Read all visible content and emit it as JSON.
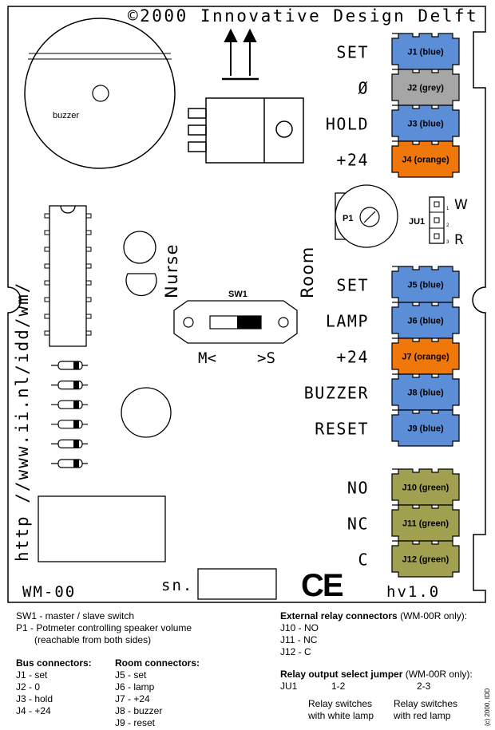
{
  "board": {
    "copyright": "©2000 Innovative Design Delft",
    "url": "http //www.ii.nl/idd/wm/",
    "model": "WM-00",
    "serial_label": "sn.",
    "version": "hv1.0",
    "buzzer_label": "buzzer",
    "nurse_label": "Nurse",
    "room_label": "Room",
    "switch_label": "SW1",
    "switch_left": "M<",
    "switch_right": ">S",
    "pot_label": "P1",
    "jumper_label": "JU1",
    "jumper_w": "W",
    "jumper_r": "R",
    "jumper_pins": [
      "1",
      "2",
      "3"
    ],
    "ce_mark": "CE"
  },
  "colors": {
    "blue": "#5b8ed6",
    "grey": "#a6a6a6",
    "orange": "#f0780a",
    "green": "#a0a050"
  },
  "connectors": {
    "bus": [
      {
        "signal": "SET",
        "label": "J1 (blue)",
        "color": "blue"
      },
      {
        "signal": "Ø",
        "label": "J2 (grey)",
        "color": "grey"
      },
      {
        "signal": "HOLD",
        "label": "J3 (blue)",
        "color": "blue"
      },
      {
        "signal": "+24",
        "label": "J4 (orange)",
        "color": "orange"
      }
    ],
    "room": [
      {
        "signal": "SET",
        "label": "J5 (blue)",
        "color": "blue"
      },
      {
        "signal": "LAMP",
        "label": "J6 (blue)",
        "color": "blue"
      },
      {
        "signal": "+24",
        "label": "J7 (orange)",
        "color": "orange"
      },
      {
        "signal": "BUZZER",
        "label": "J8 (blue)",
        "color": "blue"
      },
      {
        "signal": "RESET",
        "label": "J9 (blue)",
        "color": "blue"
      }
    ],
    "relay": [
      {
        "signal": "NO",
        "label": "J10 (green)",
        "color": "green"
      },
      {
        "signal": "NC",
        "label": "J11 (green)",
        "color": "green"
      },
      {
        "signal": "C",
        "label": "J12 (green)",
        "color": "green"
      }
    ]
  },
  "legend": {
    "sw1": "SW1 - master / slave switch",
    "p1_line1": "P1 - Potmeter controlling speaker volume",
    "p1_line2": "(reachable from both sides)",
    "bus_title": "Bus connectors:",
    "bus_items": [
      "J1 - set",
      "J2 - 0",
      "J3 - hold",
      "J4 - +24"
    ],
    "room_title": "Room connectors:",
    "room_items": [
      "J5 - set",
      "J6 - lamp",
      "J7 - +24",
      "J8 - buzzer",
      "J9 - reset"
    ],
    "relay_title": "External relay connectors",
    "relay_note": " (WM-00R only):",
    "relay_items": [
      "J10 - NO",
      "J11 - NC",
      "J12 - C"
    ],
    "jumper_title": "Relay output select jumper",
    "jumper_note": " (WM-00R only):",
    "jumper_row": {
      "name": "JU1",
      "opt1": "1-2",
      "opt2": "2-3"
    },
    "opt1_line1": "Relay switches",
    "opt1_line2": "with white lamp",
    "opt2_line1": "Relay switches",
    "opt2_line2": "with red lamp",
    "side_copyright": "(c) 2000, IDD"
  }
}
